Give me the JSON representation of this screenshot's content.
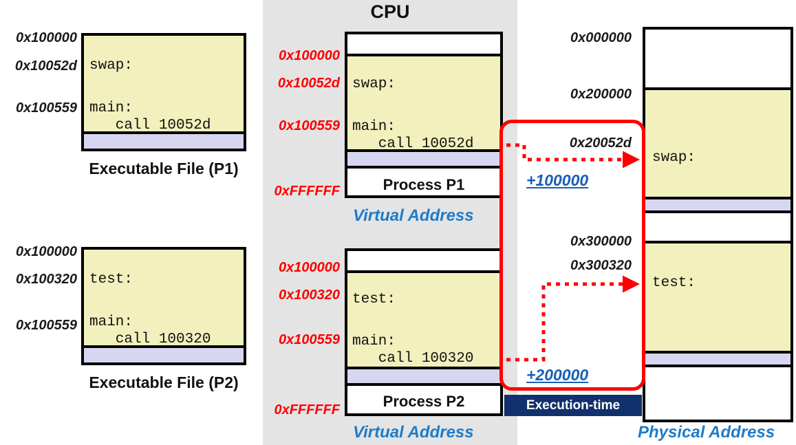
{
  "diagram": {
    "title": "CPU",
    "accent_red": "#ff0000",
    "accent_blue": "#1f7bc7",
    "offset_blue": "#1a5fb4",
    "code_fill": "#f2f0bd",
    "data_fill": "#d6d6f0",
    "panel_gray": "#e4e4e4",
    "badge_navy": "#12306b"
  },
  "exec_file_p1": {
    "caption": "Executable File (P1)",
    "addresses": [
      "0x100000",
      "0x10052d",
      "0x100559"
    ],
    "code_lines": [
      "swap:",
      "",
      "",
      "main:",
      "   call 10052d"
    ]
  },
  "exec_file_p2": {
    "caption": "Executable File (P2)",
    "addresses": [
      "0x100000",
      "0x100320",
      "0x100559"
    ],
    "code_lines": [
      "test:",
      "",
      "",
      "main:",
      "   call 100320"
    ]
  },
  "process_p1": {
    "label": "Process P1",
    "virtual_label": "Virtual Address",
    "addresses": [
      "0x100000",
      "0x10052d",
      "0x100559",
      "0xFFFFFF"
    ],
    "code_lines": [
      "swap:",
      "",
      "",
      "main:",
      "   call 10052d"
    ]
  },
  "process_p2": {
    "label": "Process P2",
    "virtual_label": "Virtual Address",
    "addresses": [
      "0x100000",
      "0x100320",
      "0x100559",
      "0xFFFFFF"
    ],
    "code_lines": [
      "test:",
      "",
      "",
      "main:",
      "   call 100320"
    ]
  },
  "physical": {
    "caption": "Physical Address",
    "addresses": [
      "0x000000",
      "0x200000",
      "0x20052d",
      "0x300000",
      "0x300320"
    ],
    "segment_swap": "swap:",
    "segment_test": "test:"
  },
  "relocation": {
    "offset_p1": "+100000",
    "offset_p2": "+200000",
    "binding_badge": "Execution-time"
  }
}
